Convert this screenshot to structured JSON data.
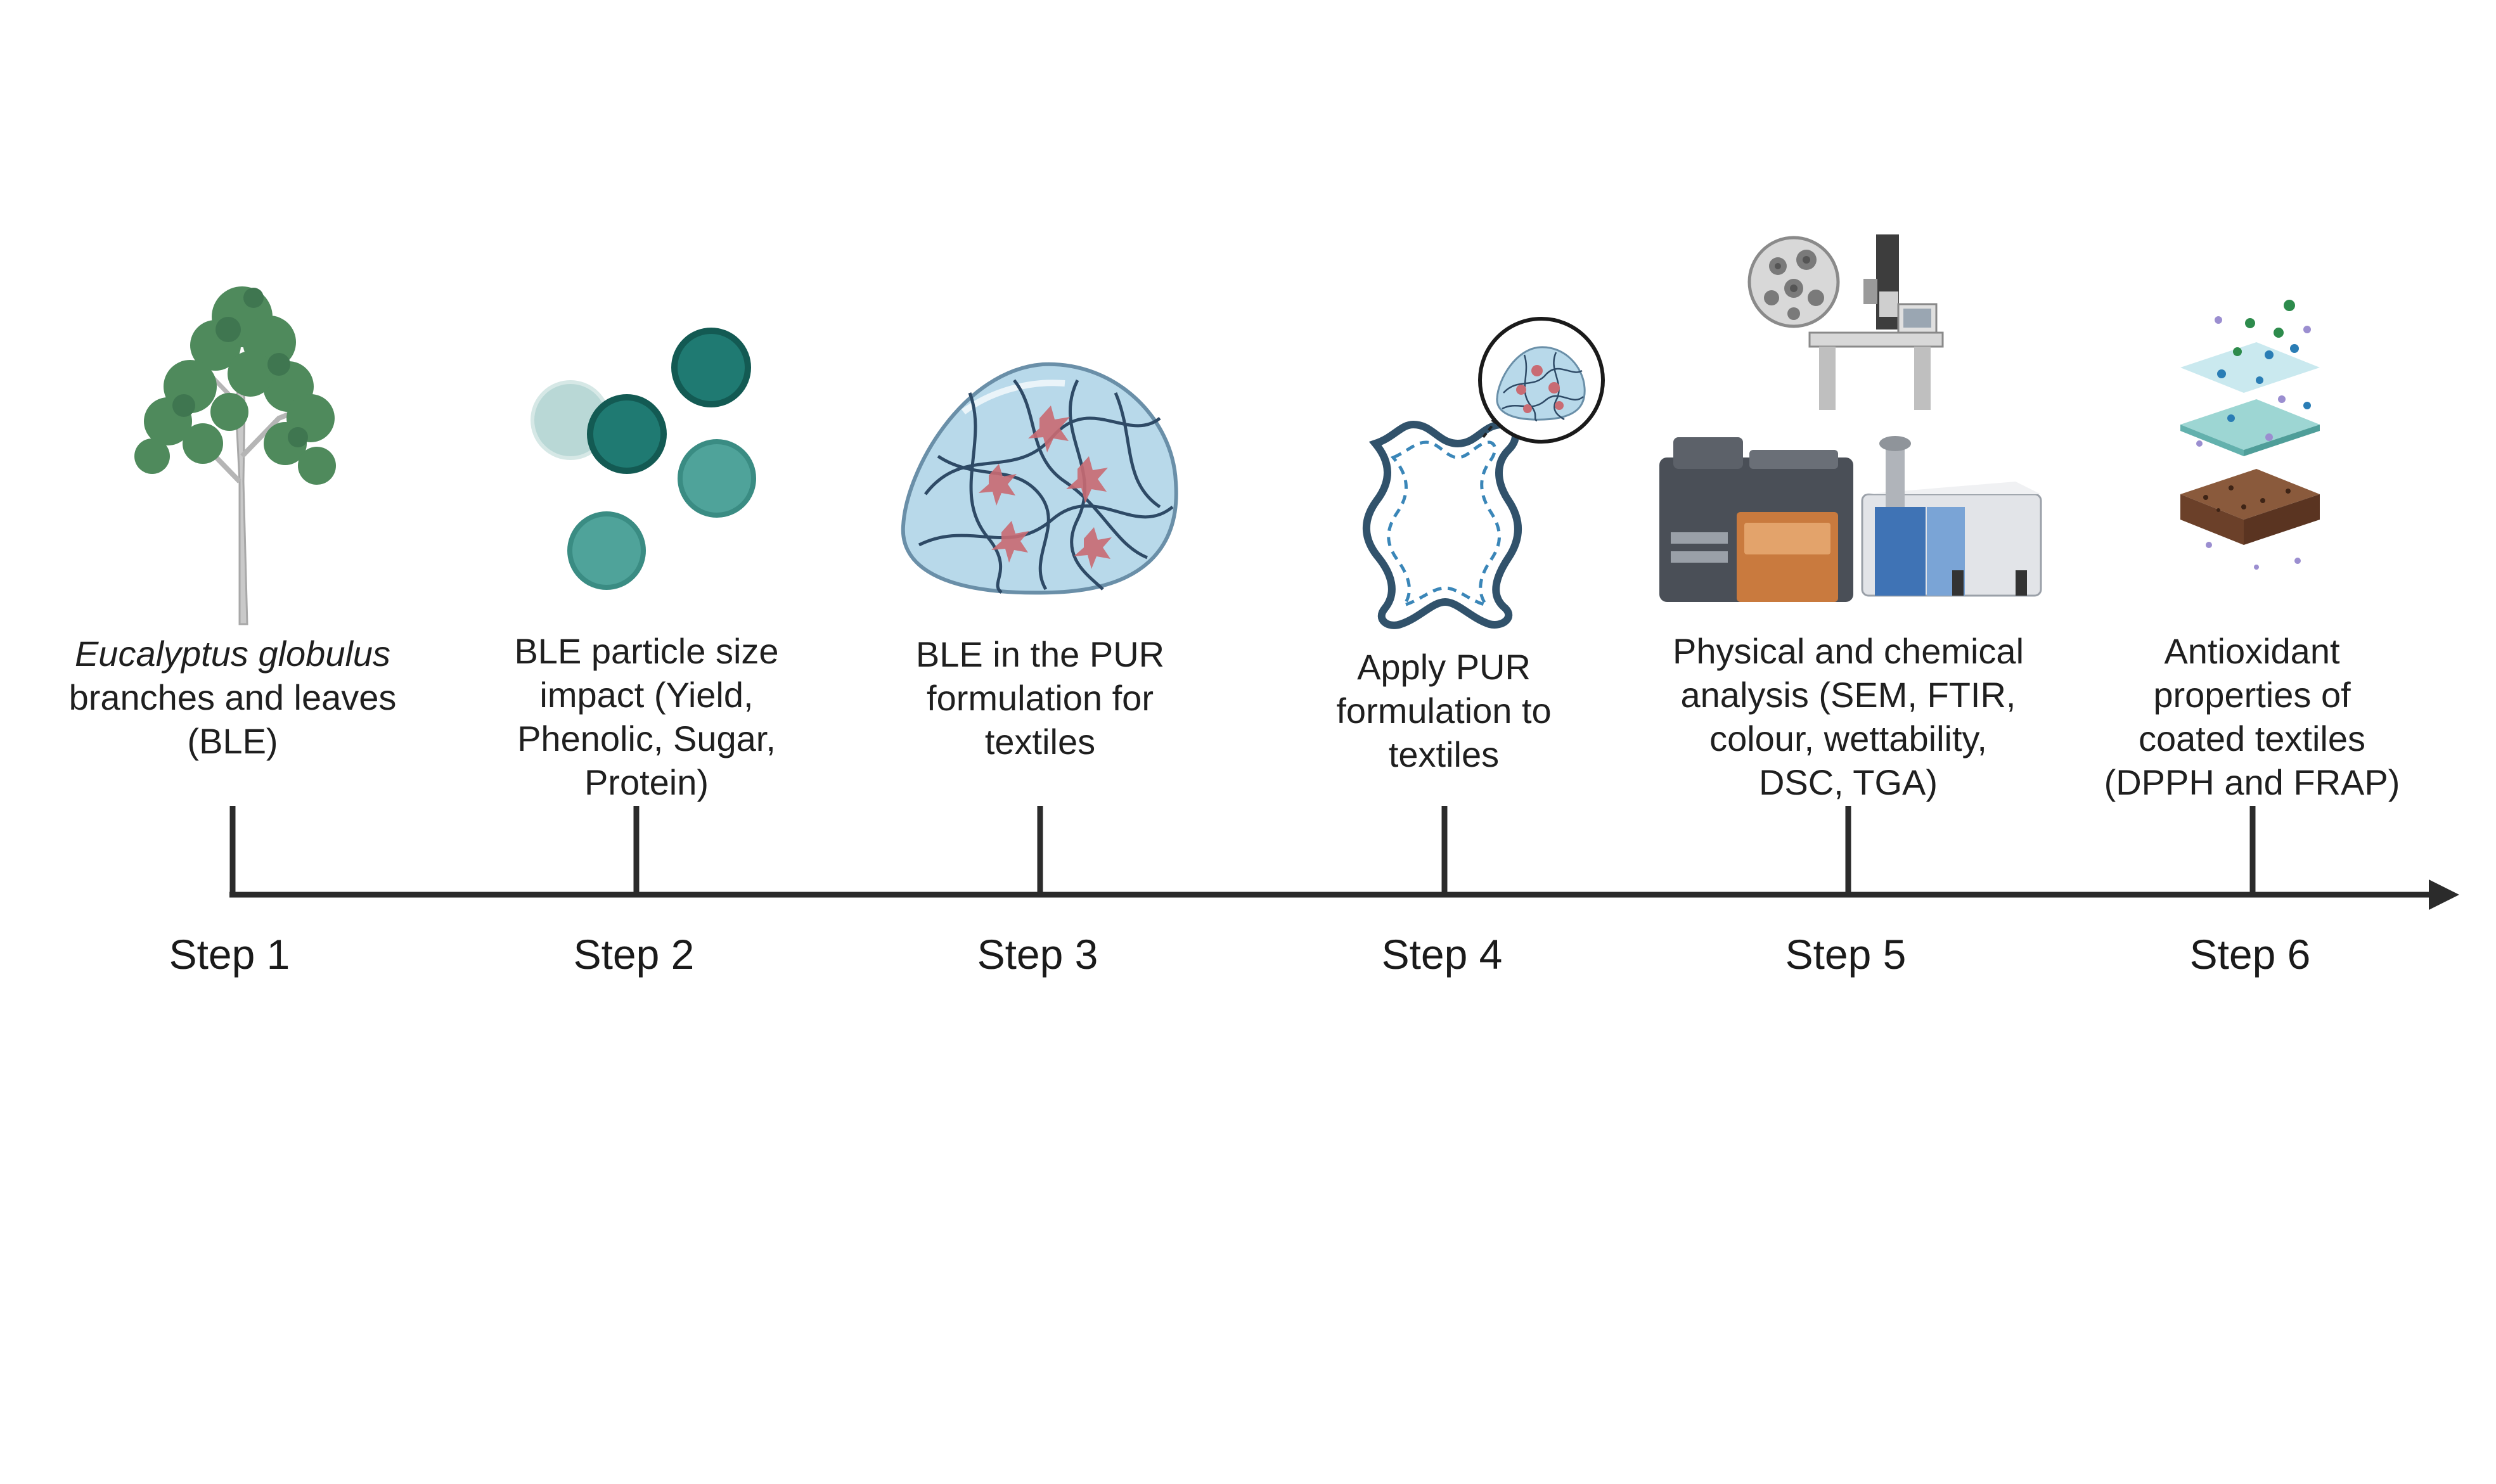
{
  "steps": [
    {
      "label": "Step 1",
      "caption_lines": [
        "Eucalyptus globulus",
        "branches and leaves",
        "(BLE)"
      ],
      "caption_italic_line": 0,
      "icon": "eucalyptus-tree-icon"
    },
    {
      "label": "Step 2",
      "caption_lines": [
        "BLE particle size",
        "impact (Yield,",
        "Phenolic, Sugar,",
        "Protein)"
      ],
      "icon": "particles-icon"
    },
    {
      "label": "Step 3",
      "caption_lines": [
        "BLE in the PUR",
        "formulation for",
        "textiles"
      ],
      "icon": "pur-gel-icon"
    },
    {
      "label": "Step 4",
      "caption_lines": [
        "Apply PUR",
        "formulation to",
        "textiles"
      ],
      "icon": "textile-hide-icon"
    },
    {
      "label": "Step 5",
      "caption_lines": [
        "Physical and chemical",
        "analysis (SEM, FTIR,",
        "colour, wettability,",
        "DSC, TGA)"
      ],
      "icon": "lab-instruments-icon"
    },
    {
      "label": "Step 6",
      "caption_lines": [
        "Antioxidant",
        "properties of",
        "coated textiles",
        "(DPPH and FRAP)"
      ],
      "icon": "coated-layers-icon"
    }
  ],
  "colors": {
    "timeline": "#2b2b2b",
    "teal_dark": "#1f7a72",
    "teal_mid": "#4fa39a",
    "teal_light": "#b9d8d6",
    "gel_fill": "#b8d9ea",
    "gel_line": "#2e4a66",
    "blob": "#c96b73",
    "hide": "#31526b",
    "tree_leaf": "#4f8a5c",
    "soil": "#7a4a32"
  }
}
